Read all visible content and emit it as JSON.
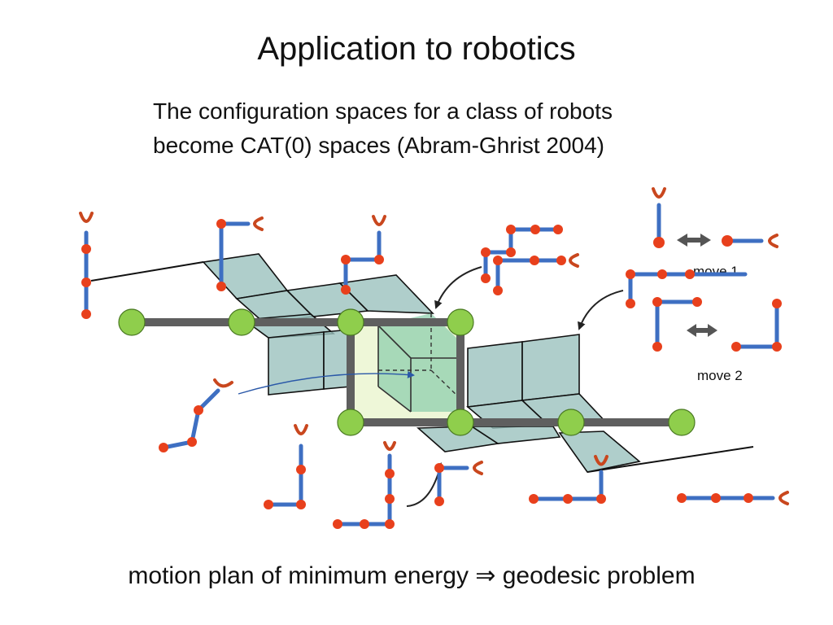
{
  "slide": {
    "title": "Application to robotics",
    "subtitle_line1": "The configuration spaces for a class of robots",
    "subtitle_line2": "become CAT(0) spaces (Abram-Ghrist 2004)",
    "footer": "motion plan of minimum energy ⇒ geodesic problem"
  },
  "diagram": {
    "move1_label": "move 1",
    "move2_label": "move 2"
  },
  "colors": {
    "panel_fill": "#9bc2be",
    "cube_fill": "#8fcfae",
    "path_gray": "#5f5f5f",
    "node_green": "#8fce4c",
    "arm_blue": "#3e6fc2",
    "joint_red": "#e8401c",
    "gripper_red": "#c9471e"
  }
}
